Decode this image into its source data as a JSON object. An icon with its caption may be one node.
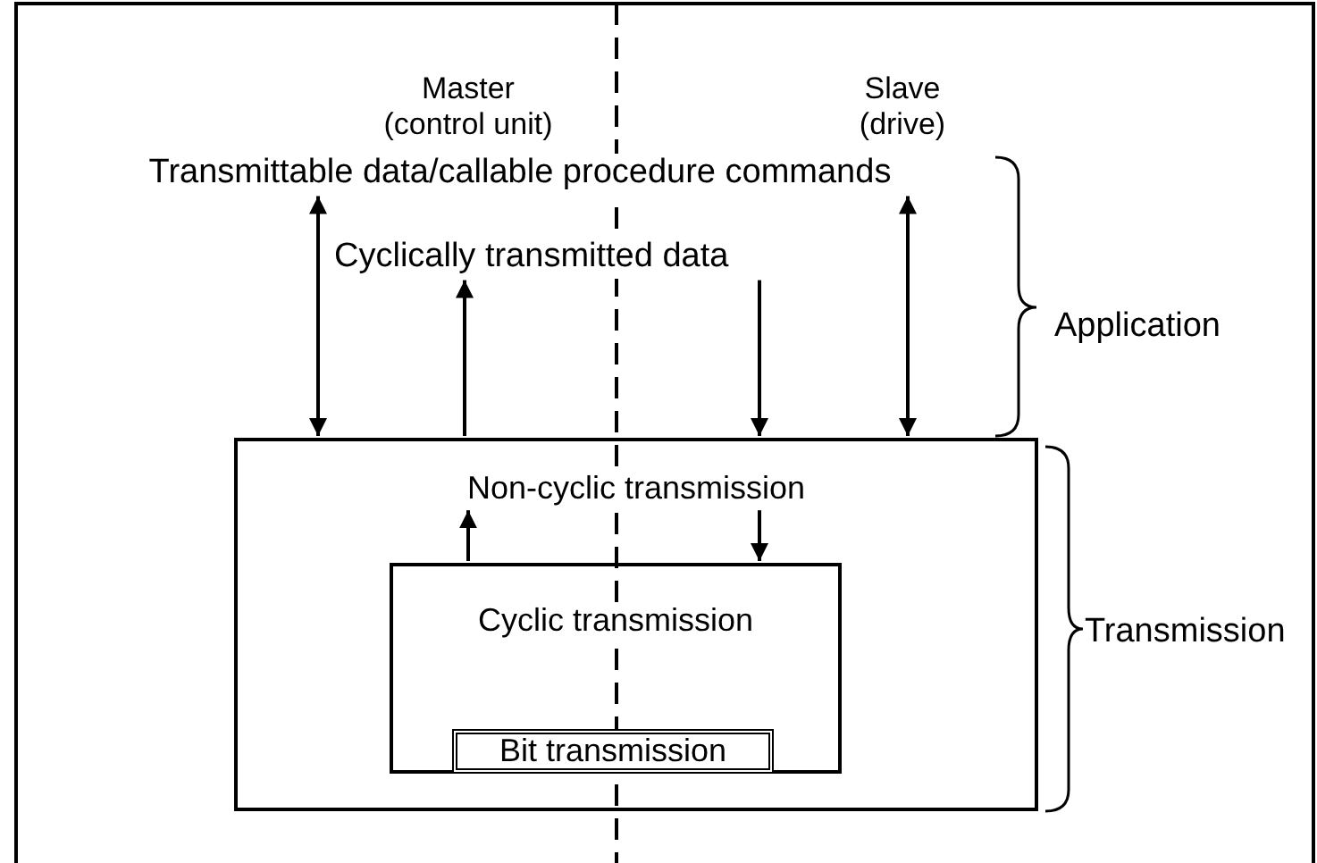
{
  "diagram": {
    "nodes": [
      {
        "text": [
          "Transmittable data/callable procedure commands"
        ]
      },
      {
        "text": [
          "Cyclically transmitted data"
        ]
      },
      {
        "text": [
          "Non-cyclic transmission"
        ]
      },
      {
        "text": [
          "Cyclic transmission"
        ],
        "in": 2
      },
      {
        "text": [
          "Bit transmission"
        ],
        "in": 3
      }
    ],
    "edges": [
      {
        "from": 0,
        "to": 2,
        "arrow": "both"
      },
      {
        "from": 2,
        "to": 1,
        "arrow": "to"
      },
      {
        "from": 1,
        "to": 2,
        "arrow": "to"
      },
      {
        "from": 0,
        "to": 2,
        "arrow": "both"
      },
      {
        "from": 3,
        "to": 2,
        "arrow": "to"
      },
      {
        "from": 2,
        "to": 3,
        "arrow": "to"
      }
    ],
    "labels": [
      "Master (control unit)",
      "Slave (drive)",
      "Application",
      "Transmission"
    ]
  }
}
